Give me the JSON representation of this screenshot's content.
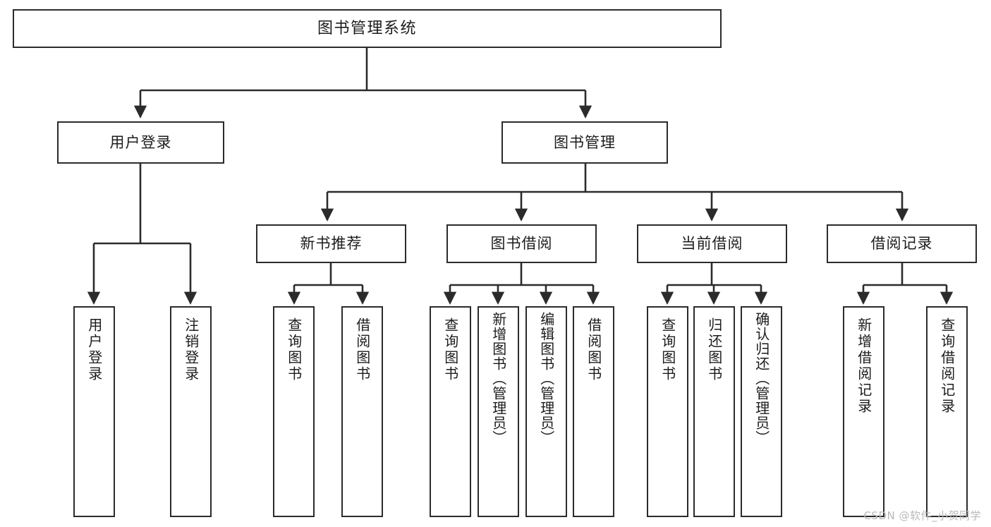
{
  "diagram": {
    "title": "图书管理系统",
    "type": "hierarchy-tree",
    "orientation": "top-down",
    "colors": {
      "node_border": "#2b2b2b",
      "node_fill": "#ffffff",
      "edge": "#2b2b2b",
      "text": "#1c1c1c",
      "watermark": "#b9b9b9",
      "background": "#ffffff"
    },
    "nodes": {
      "root": {
        "label": "图书管理系统"
      },
      "level1": [
        {
          "id": "user-login",
          "label": "用户登录"
        },
        {
          "id": "book-manage",
          "label": "图书管理"
        }
      ],
      "level2": [
        {
          "id": "new-book-recommend",
          "label": "新书推荐"
        },
        {
          "id": "book-borrow",
          "label": "图书借阅"
        },
        {
          "id": "current-borrow",
          "label": "当前借阅"
        },
        {
          "id": "borrow-record",
          "label": "借阅记录"
        }
      ],
      "leaves": {
        "user_login": [
          {
            "id": "leaf-user-login",
            "label": "用户登录"
          },
          {
            "id": "leaf-logout-login",
            "label": "注销登录"
          }
        ],
        "new_book_recommend": [
          {
            "id": "leaf-query-book-1",
            "label": "查询图书"
          },
          {
            "id": "leaf-borrow-book-1",
            "label": "借阅图书"
          }
        ],
        "book_borrow": [
          {
            "id": "leaf-query-book-2",
            "label": "查询图书"
          },
          {
            "id": "leaf-add-book",
            "label": "新增图书（管理员）"
          },
          {
            "id": "leaf-edit-book",
            "label": "编辑图书（管理员）"
          },
          {
            "id": "leaf-borrow-book-2",
            "label": "借阅图书"
          }
        ],
        "current_borrow": [
          {
            "id": "leaf-query-book-3",
            "label": "查询图书"
          },
          {
            "id": "leaf-return-book",
            "label": "归还图书"
          },
          {
            "id": "leaf-confirm-return",
            "label": "确认归还（管理员）"
          }
        ],
        "borrow_record": [
          {
            "id": "leaf-add-record",
            "label": "新增借阅记录"
          },
          {
            "id": "leaf-query-record",
            "label": "查询借阅记录"
          }
        ]
      }
    },
    "edges": [
      {
        "from": "root",
        "to": "user-login"
      },
      {
        "from": "root",
        "to": "book-manage"
      },
      {
        "from": "user-login",
        "to": "leaf-user-login"
      },
      {
        "from": "user-login",
        "to": "leaf-logout-login"
      },
      {
        "from": "book-manage",
        "to": "new-book-recommend"
      },
      {
        "from": "book-manage",
        "to": "book-borrow"
      },
      {
        "from": "book-manage",
        "to": "current-borrow"
      },
      {
        "from": "book-manage",
        "to": "borrow-record"
      },
      {
        "from": "new-book-recommend",
        "to": "leaf-query-book-1"
      },
      {
        "from": "new-book-recommend",
        "to": "leaf-borrow-book-1"
      },
      {
        "from": "book-borrow",
        "to": "leaf-query-book-2"
      },
      {
        "from": "book-borrow",
        "to": "leaf-add-book"
      },
      {
        "from": "book-borrow",
        "to": "leaf-edit-book"
      },
      {
        "from": "book-borrow",
        "to": "leaf-borrow-book-2"
      },
      {
        "from": "current-borrow",
        "to": "leaf-query-book-3"
      },
      {
        "from": "current-borrow",
        "to": "leaf-return-book"
      },
      {
        "from": "current-borrow",
        "to": "leaf-confirm-return"
      },
      {
        "from": "borrow-record",
        "to": "leaf-add-record"
      },
      {
        "from": "borrow-record",
        "to": "leaf-query-record"
      }
    ]
  },
  "watermark": {
    "text": "CSDN @软件_小贺同学"
  }
}
